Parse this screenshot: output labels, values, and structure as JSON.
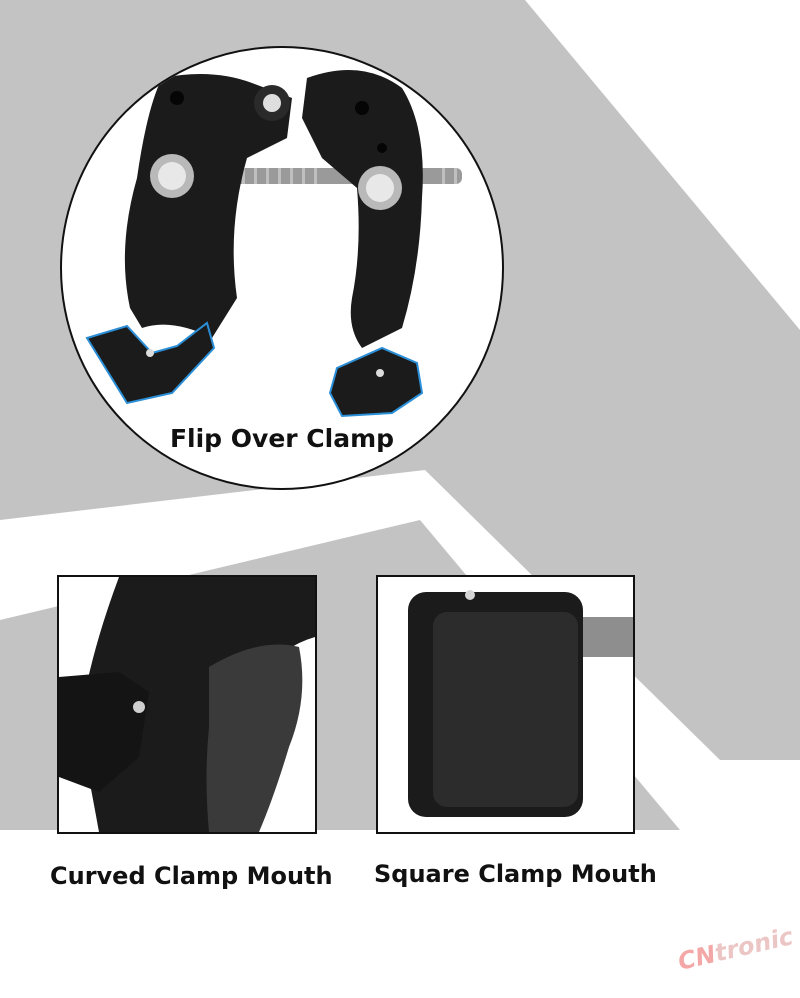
{
  "labels": {
    "flip": "Flip Over Clamp",
    "curved": "Curved Clamp Mouth",
    "square": "Square Clamp Mouth"
  },
  "logo": {
    "prefix": "CN",
    "suffix": "tronic"
  },
  "colors": {
    "background_gray": "#c3c3c3",
    "metal_black": "#1b1b1b",
    "highlight_blue": "#2b8fd8"
  }
}
